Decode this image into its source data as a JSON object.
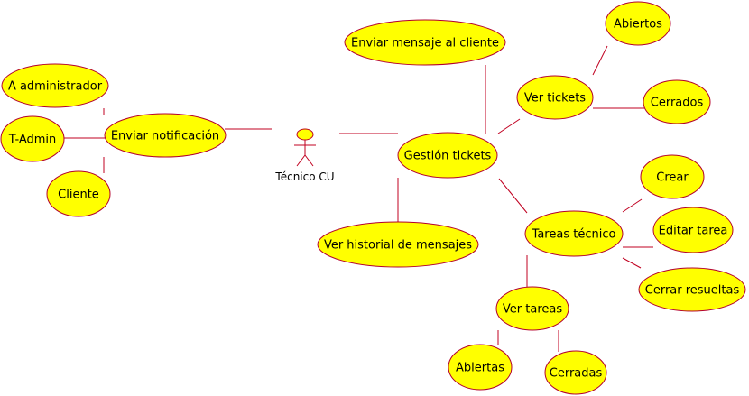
{
  "colors": {
    "usecase_fill": "#ffff00",
    "usecase_stroke": "#b3002d",
    "line": "#c00020",
    "actor_fill": "#ffff00"
  },
  "actor": {
    "id": "tecnico",
    "label": "Técnico  CU"
  },
  "usecases": [
    {
      "id": "a_admin",
      "label": "A administrador"
    },
    {
      "id": "t_admin",
      "label": "T-Admin"
    },
    {
      "id": "cliente",
      "label": "Cliente"
    },
    {
      "id": "enviar_notif",
      "label": "Enviar notificación"
    },
    {
      "id": "enviar_msg",
      "label": "Enviar mensaje al cliente"
    },
    {
      "id": "gestion",
      "label": "Gestión tickets"
    },
    {
      "id": "ver_historial",
      "label": "Ver historial de mensajes"
    },
    {
      "id": "ver_tickets",
      "label": "Ver tickets"
    },
    {
      "id": "abiertos",
      "label": "Abiertos"
    },
    {
      "id": "cerrados",
      "label": "Cerrados"
    },
    {
      "id": "tareas_tec",
      "label": "Tareas técnico"
    },
    {
      "id": "crear",
      "label": "Crear"
    },
    {
      "id": "editar",
      "label": "Editar tarea"
    },
    {
      "id": "cerrar_res",
      "label": "Cerrar resueltas"
    },
    {
      "id": "ver_tareas",
      "label": "Ver tareas"
    },
    {
      "id": "abiertas",
      "label": "Abiertas"
    },
    {
      "id": "cerradas",
      "label": "Cerradas"
    }
  ]
}
